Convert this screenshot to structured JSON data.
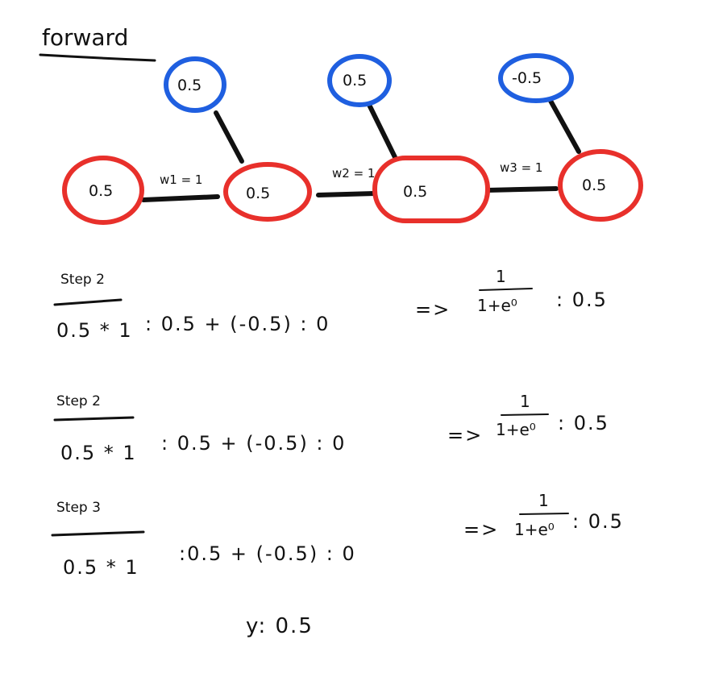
{
  "title": "forward",
  "colors": {
    "input_node": "#e8302b",
    "bias_node": "#1f5fe0",
    "ink": "#111111"
  },
  "network": {
    "input_nodes": [
      "0.5",
      "0.5",
      "0.5",
      "0.5"
    ],
    "bias_nodes": [
      "0.5",
      "0.5",
      "-0.5"
    ],
    "weights": [
      "w1 = 1",
      "w2 = 1",
      "w3 = 1"
    ]
  },
  "steps": [
    {
      "heading": "Step 2",
      "lhs": "0.5 * 1",
      "sum": ": 0.5 + (-0.5) : 0",
      "arrow": "=>",
      "fraction_num": "1",
      "fraction_den": "1+e⁰",
      "result": ": 0.5"
    },
    {
      "heading": "Step 2",
      "lhs": "0.5 * 1",
      "sum": ": 0.5 + (-0.5) : 0",
      "arrow": "=>",
      "fraction_num": "1",
      "fraction_den": "1+e⁰",
      "result": ": 0.5"
    },
    {
      "heading": "Step 3",
      "lhs": "0.5 * 1",
      "sum": ":0.5 + (-0.5) : 0",
      "arrow": "=>",
      "fraction_num": "1",
      "fraction_den": "1+e⁰",
      "result": ": 0.5"
    }
  ],
  "output": "y: 0.5"
}
